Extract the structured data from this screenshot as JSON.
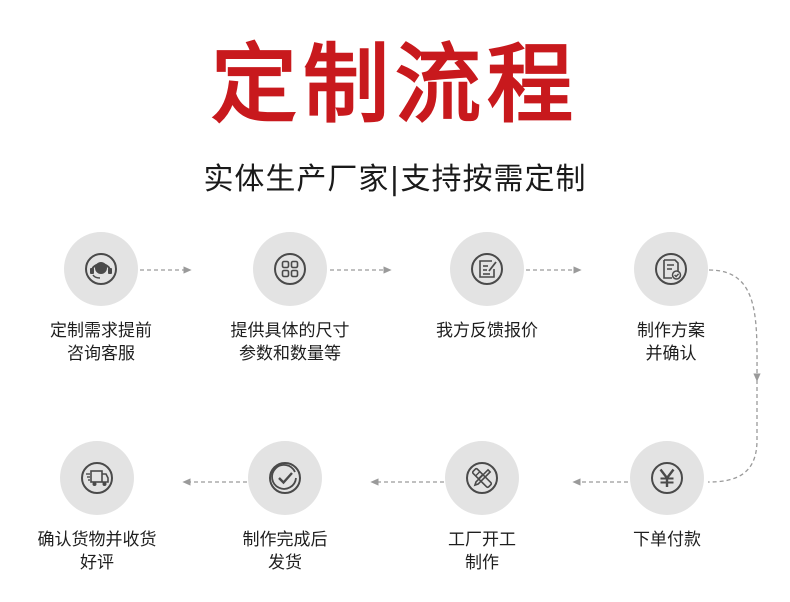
{
  "header": {
    "title": "定制流程",
    "subtitle": "实体生产厂家|支持按需定制"
  },
  "colors": {
    "title": "#c8191d",
    "circle": "#e3e3e3",
    "icon": "#4a4a4a",
    "connector": "#9a9a9a"
  },
  "steps": [
    {
      "icon": "headset-icon",
      "lines": [
        "定制需求提前",
        "咨询客服"
      ]
    },
    {
      "icon": "grid-icon",
      "lines": [
        "提供具体的尺寸",
        "参数和数量等"
      ]
    },
    {
      "icon": "edit-note-icon",
      "lines": [
        "我方反馈报价"
      ]
    },
    {
      "icon": "document-check-icon",
      "lines": [
        "制作方案",
        "并确认"
      ]
    },
    {
      "icon": "yen-icon",
      "lines": [
        "下单付款"
      ]
    },
    {
      "icon": "tools-icon",
      "lines": [
        "工厂开工",
        "制作"
      ]
    },
    {
      "icon": "check-circle-icon",
      "lines": [
        "制作完成后",
        "发货"
      ]
    },
    {
      "icon": "delivery-truck-icon",
      "lines": [
        "确认货物并收货",
        "好评"
      ]
    }
  ]
}
